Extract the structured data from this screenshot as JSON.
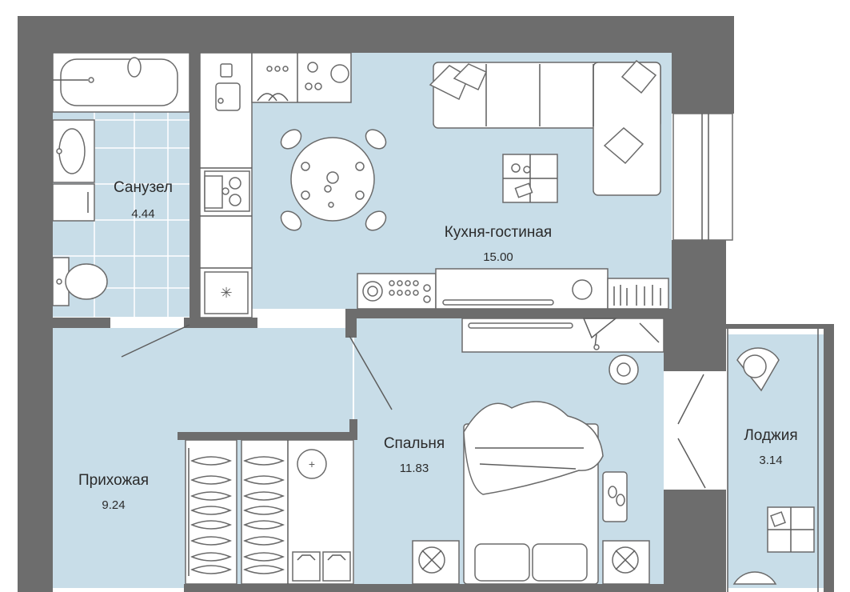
{
  "colors": {
    "floor": "#c8dde8",
    "wall": "#6d6d6d",
    "furniture": "#ffffff",
    "outline": "#5d5d5d",
    "text": "#2b2b2b",
    "tile_grid": "#ffffff"
  },
  "rooms": {
    "bathroom": {
      "name": "Санузел",
      "area": "4.44"
    },
    "kitchen_living": {
      "name": "Кухня-гостиная",
      "area": "15.00"
    },
    "hallway": {
      "name": "Прихожая",
      "area": "9.24"
    },
    "bedroom": {
      "name": "Спальня",
      "area": "11.83"
    },
    "loggia": {
      "name": "Лоджия",
      "area": "3.14"
    }
  }
}
